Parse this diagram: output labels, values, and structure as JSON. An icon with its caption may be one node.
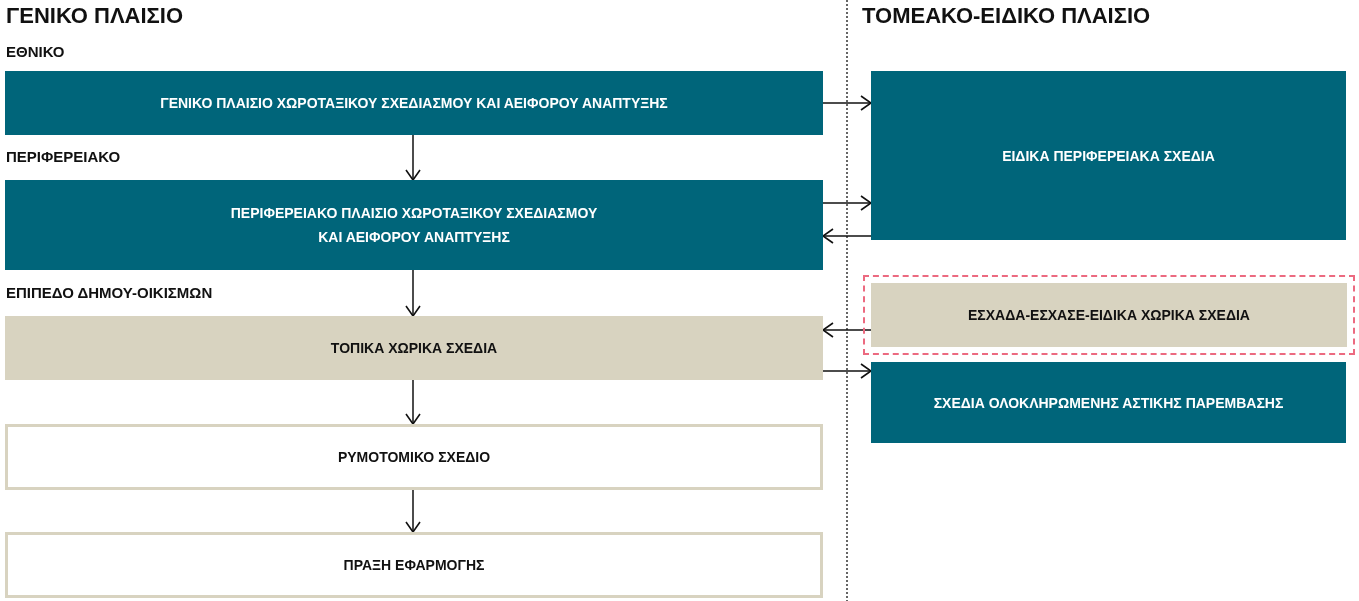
{
  "diagram": {
    "nodes": [
      {
        "text": [
          "ΓΕΝΙΚΟ ΠΛΑΙΣΙΟ ΧΩΡΟΤΑΞΙΚΟΥ ΣΧΕΔΙΑΣΜΟΥ ΚΑΙ ΑΕΙΦΟΡΟΥ ΑΝΑΠΤΥΞΗΣ"
        ]
      },
      {
        "text": [
          "ΠΕΡΙΦΕΡΕΙΑΚΟ ΠΛΑΙΣΙΟ ΧΩΡΟΤΑΞΙΚΟΥ ΣΧΕΔΙΑΣΜΟΥ ΚΑΙ ΑΕΙΦΟΡΟΥ ΑΝΑΠΤΥΞΗΣ"
        ]
      },
      {
        "text": [
          "ΤΟΠΙΚΑ ΧΩΡΙΚΑ ΣΧΕΔΙΑ"
        ]
      },
      {
        "text": [
          "ΡΥΜΟΤΟΜΙΚΟ ΣΧΕΔΙΟ"
        ]
      },
      {
        "text": [
          "ΠΡΑΞΗ ΕΦΑΡΜΟΓΗΣ"
        ]
      },
      {
        "text": [
          "ΕΙΔΙΚΑ ΠΕΡΙΦΕΡΕΙΑΚΑ ΣΧΕΔΙΑ"
        ]
      },
      {
        "text": [],
        "shape": "box"
      },
      {
        "text": [
          "ΕΣΧΑΔΑ-ΕΣΧΑΣΕ-ΕΙΔΙΚΑ ΧΩΡΙΚΑ ΣΧΕΔΙΑ"
        ],
        "in": 6
      },
      {
        "text": [
          "ΣΧΕΔΙΑ ΟΛΟΚΛΗΡΩΜΕΝΗΣ ΑΣΤΙΚΗΣ ΠΑΡΕΜΒΑΣΗΣ"
        ]
      }
    ],
    "edges": [
      {
        "from": 0,
        "to": 1,
        "arrow": "to"
      },
      {
        "from": 1,
        "to": 2,
        "arrow": "to"
      },
      {
        "from": 2,
        "to": 3,
        "arrow": "to"
      },
      {
        "from": 3,
        "to": 4,
        "arrow": "to"
      },
      {
        "from": 0,
        "to": 5,
        "arrow": "to"
      },
      {
        "from": 1,
        "to": 5,
        "arrow": "to"
      },
      {
        "from": 5,
        "to": 1,
        "arrow": "to"
      },
      {
        "from": 7,
        "to": 2,
        "arrow": "to"
      },
      {
        "from": 2,
        "to": 8,
        "arrow": "to"
      }
    ],
    "labels": [
      "ΓΕΝΙΚΟ ΠΛΑΙΣΙΟ",
      "ΤΟΜΕΑΚΟ-ΕΙΔΙΚΟ ΠΛΑΙΣΙΟ",
      "ΕΘΝΙΚΟ",
      "ΠΕΡΙΦΕΡΕΙΑΚΟ",
      "ΕΠΙΠΕΔΟ ΔΗΜΟΥ-ΟΙΚΙΣΜΩΝ"
    ]
  }
}
